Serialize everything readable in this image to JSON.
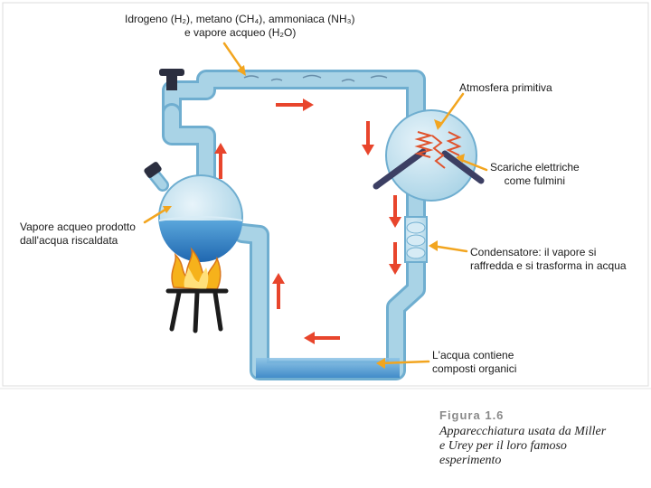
{
  "labels": {
    "gases": [
      "Idrogeno (H₂), metano (CH₄), ammoniaca (NH₃)",
      "e vapore acqueo (H₂O)"
    ],
    "atmosphere": "Atmosfera primitiva",
    "sparks": [
      "Scariche elettriche",
      "come fulmini"
    ],
    "vapor": [
      "Vapore acqueo prodotto",
      "dall'acqua riscaldata"
    ],
    "condenser": [
      "Condensatore: il vapore si",
      "raffredda e si trasforma in acqua"
    ],
    "water": [
      "L'acqua contiene",
      "composti organici"
    ]
  },
  "caption": {
    "title": "Figura 1.6",
    "text": [
      "Apparecchiatura usata da Miller",
      "e Urey per il loro famoso",
      "esperimento"
    ]
  },
  "colors": {
    "tube": "#a9d3e6",
    "tube_edge": "#6faed0",
    "water": "#2f7fc4",
    "arrow": "#e8452c",
    "pointer": "#f2a51f",
    "electrode": "#3c3f63",
    "spark": "#e0532d",
    "flame": "#f6b21b",
    "stand": "#1c1c1c"
  },
  "icons": [
    "stopcock-icon",
    "stopper-icon",
    "flame-icon",
    "tripod-icon",
    "flow-arrow-icon",
    "spark-icon",
    "electrode-icon"
  ]
}
